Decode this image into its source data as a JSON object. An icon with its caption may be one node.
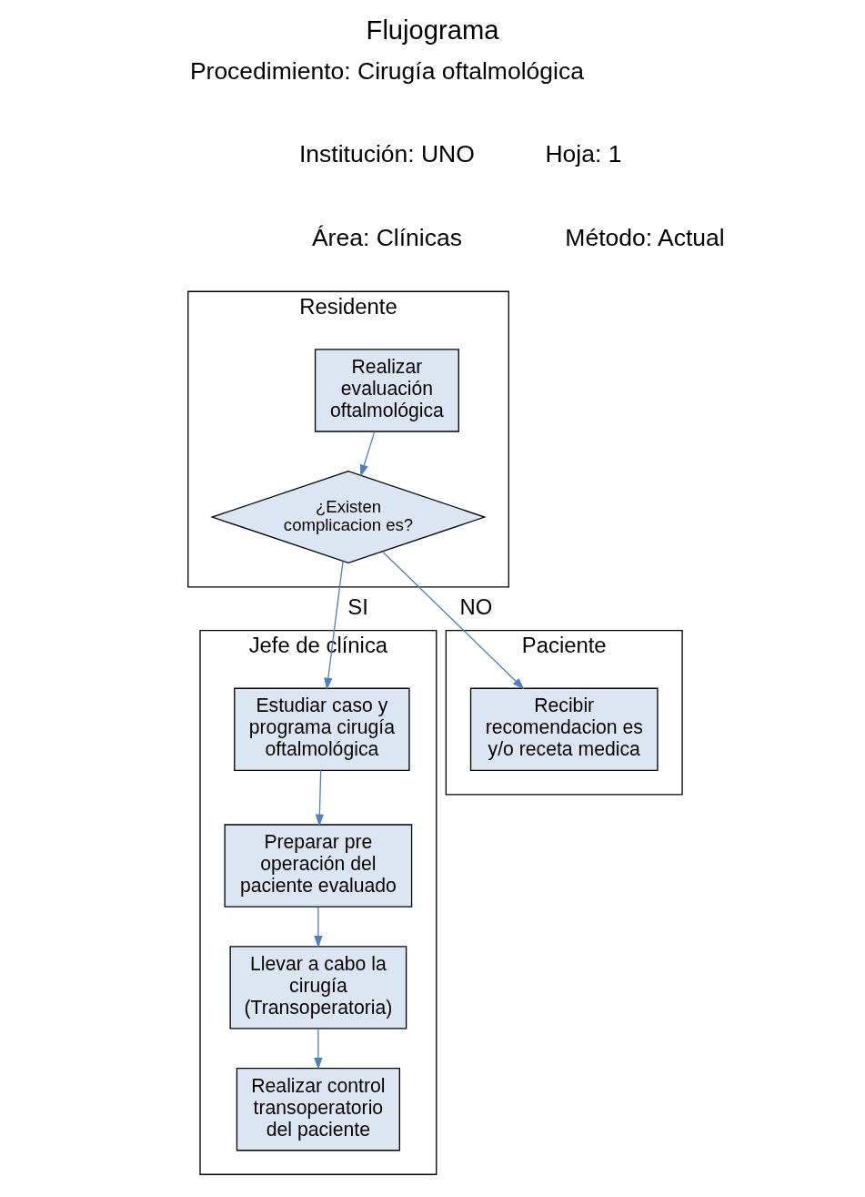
{
  "diagram": {
    "title": "Flujograma",
    "nodes": [
      {
        "text": [
          "Paciente"
        ]
      },
      {
        "text": [
          "Residente"
        ]
      },
      {
        "text": [
          "Jefe de clínica"
        ]
      },
      {
        "text": [
          "Realizar evaluación oftalmológica"
        ],
        "in": 1
      },
      {
        "text": [
          "¿Existen complicacion es?"
        ],
        "in": 1
      },
      {
        "text": [
          "Recibir recomendacion es y/o receta medica"
        ],
        "in": 0
      },
      {
        "text": [
          "Estudiar caso y programa cirugía oftalmológica"
        ],
        "in": 2
      },
      {
        "text": [
          "Preparar pre operación del paciente evaluado"
        ],
        "in": 2
      },
      {
        "text": [
          "Llevar a cabo la cirugía (Transoperatoria)"
        ],
        "in": 2
      },
      {
        "text": [
          "Realizar control transoperatorio del paciente"
        ],
        "in": 2
      }
    ],
    "edges": [
      {
        "from": 3,
        "to": 4,
        "arrow": "to"
      },
      {
        "from": 4,
        "to": 5,
        "arrow": "to",
        "label": "NO"
      },
      {
        "from": 4,
        "to": 6,
        "arrow": "to",
        "label": "SI"
      },
      {
        "from": 6,
        "to": 7,
        "arrow": "to"
      },
      {
        "from": 7,
        "to": 8,
        "arrow": "to"
      },
      {
        "from": 8,
        "to": 9,
        "arrow": "to"
      }
    ],
    "labels": [
      "Procedimiento: Cirugía oftalmológica",
      "Institución: UNO",
      "Hoja: 1",
      "Área: Clínicas",
      "Método: Actual"
    ]
  }
}
